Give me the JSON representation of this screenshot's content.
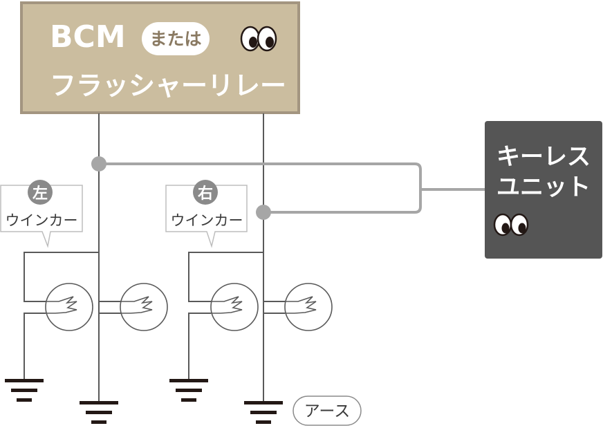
{
  "bcm_box": {
    "line1": "BCM",
    "badge": "または",
    "line2": "フラッシャーリレー"
  },
  "keyless_box": {
    "line1": "キーレス",
    "line2": "ユニット"
  },
  "left_callout": {
    "marker": "左",
    "label": "ウインカー"
  },
  "right_callout": {
    "marker": "右",
    "label": "ウインカー"
  },
  "ground_label": "アース",
  "colors": {
    "bcm_fill": "#cbbd9f",
    "bcm_border": "#a39580",
    "keyless_fill": "#555555",
    "wire": "#595959",
    "signal_wire": "#a6a6a6",
    "ground": "#231815",
    "callout_border": "#bdbdbd",
    "marker_fill": "#8a8a8a"
  },
  "icons": [
    "eyes-icon",
    "ground-symbol",
    "lamp-symbol"
  ]
}
